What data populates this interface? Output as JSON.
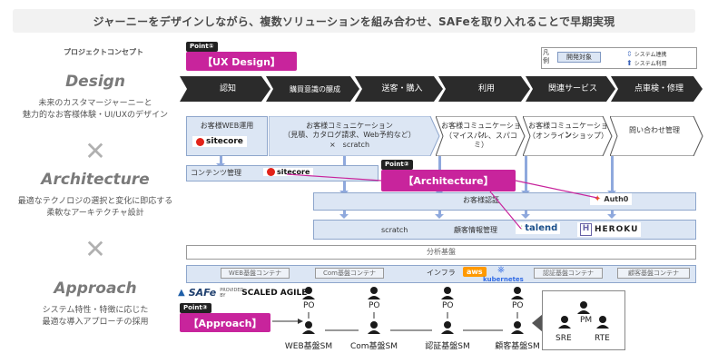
{
  "headline": "ジャーニーをデザインしながら、複数ソリューションを組み合わせ、SAFeを取り入れることで早期実現",
  "concept_label": "プロジェクトコンセプト",
  "sections": {
    "design": {
      "title": "Design",
      "desc1": "未来のカスタマージャーニーと",
      "desc2": "魅力的なお客様体験・UI/UXのデザイン"
    },
    "architecture": {
      "title": "Architecture",
      "desc1": "最適なテクノロジの選択と変化に即応する",
      "desc2": "柔軟なアーキテクチャ設計"
    },
    "approach": {
      "title": "Approach",
      "desc1": "システム特性・特徴に応じた",
      "desc2": "最適な導入アプローチの採用"
    },
    "cross": "✕"
  },
  "points": {
    "p1_tag": "Point①",
    "p1_label": "【UX Design】",
    "p2_tag": "Point②",
    "p2_label": "【Architecture】",
    "p3_tag": "Point③",
    "p3_label": "【Approach】"
  },
  "legend": {
    "kanrei": "凡例",
    "target": "開発対象",
    "item1": "システム連携",
    "item2": "システム利用"
  },
  "stages": [
    "認知",
    "購買意識の醸成",
    "送客・購入",
    "利用",
    "関連サービス",
    "点車検・修理"
  ],
  "stage_colors": {
    "dark": "#2b2b2b",
    "accent": "#c8249c",
    "box_light": "#dce6f4",
    "box_border": "#8ea6cc"
  },
  "channels": {
    "web": "お客様WEB運用",
    "comm1_l1": "お客様コミュニケーション",
    "comm1_l2": "（見積、カタログ請求、Web予約など）",
    "comm1_l3": "×　scratch",
    "comm2_l1": "お客様コミュニケーション",
    "comm2_l2": "（マイスパル、スパコミ）",
    "comm3_l1": "お客様コミュニケーション",
    "comm3_l2": "（オンラインショップ）",
    "inquiry": "問い合わせ管理"
  },
  "arch": {
    "contents": "コンテンツ管理",
    "auth": "お客様認証",
    "scratch": "scratch",
    "customer_info": "顧客情報管理",
    "analytics": "分析基盤",
    "web_infra": "WEB基盤コンテナ",
    "com_infra": "Com基盤コンテナ",
    "infra": "インフラ",
    "auth_infra": "認証基盤コンテナ",
    "customer_infra": "顧客基盤コンテナ"
  },
  "logos": {
    "sitecore": "sitecore",
    "auth0": "Auth0",
    "talend": "talend",
    "heroku": "HEROKU",
    "aws": "aws",
    "kubernetes": "kubernetes",
    "safe": "SAFe",
    "safe_provided": "PROVIDED BY",
    "scaled": "SCALED AGILE"
  },
  "approach": {
    "po": "PO",
    "sm": [
      "WEB基盤SM",
      "Com基盤SM",
      "認証基盤SM",
      "顧客基盤SM"
    ],
    "pm": "PM",
    "sre": "SRE",
    "rte": "RTE"
  }
}
